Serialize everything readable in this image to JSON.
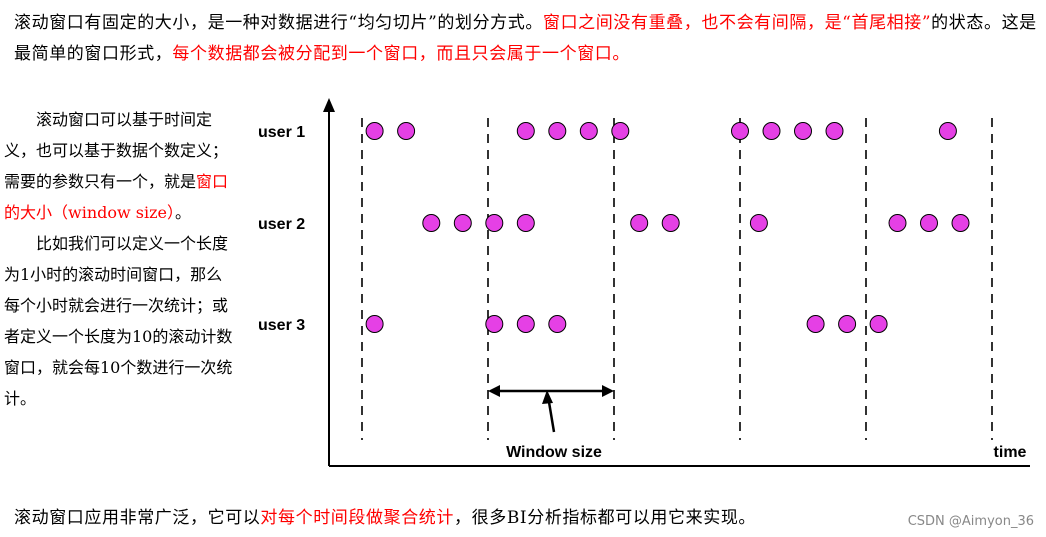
{
  "intro": {
    "part1": "滚动窗口有固定的大小，是一种对数据进行“均匀切片”的划分方式。",
    "part2_red": "窗口之间没有重叠，也不会有间隔，是“首尾相接”",
    "part3": "的状态。这是最简单的窗口形式，",
    "part4_red": "每个数据都会被分配到一个窗口，而且只会属于一个窗口。"
  },
  "side": {
    "p1_a": "滚动窗口可以基于时间定义，也可以基于数据个数定义；需要的参数只有一个，就是",
    "p1_red": "窗口的大小（window size）",
    "p1_b": "。",
    "p2": "比如我们可以定义一个长度为1小时的滚动时间窗口，那么每个小时就会进行一次统计；或者定义一个长度为10的滚动计数窗口，就会每10个数进行一次统计。"
  },
  "footer": {
    "part1": "滚动窗口应用非常广泛，它可以",
    "part2_red": "对每个时间段做聚合统计",
    "part3": "，很多BI分析指标都可以用它来实现。"
  },
  "watermark": "CSDN @Aimyon_36",
  "diagram": {
    "rows": [
      {
        "label": "user 1",
        "events": [
          1.2,
          1.7,
          3.6,
          4.1,
          4.6,
          5.1,
          7.0,
          7.5,
          8.0,
          8.5,
          10.3
        ]
      },
      {
        "label": "user 2",
        "events": [
          2.1,
          2.6,
          3.1,
          3.6,
          5.4,
          5.9,
          7.3,
          9.5,
          10.0,
          10.5
        ]
      },
      {
        "label": "user 3",
        "events": [
          1.2,
          3.1,
          3.6,
          4.1,
          8.2,
          8.7,
          9.2
        ]
      }
    ],
    "window_boundaries": [
      1,
      3,
      5,
      7,
      9,
      11
    ],
    "window_label": "Window size",
    "x_axis_label": "time",
    "dot_color": "#e540e5"
  }
}
